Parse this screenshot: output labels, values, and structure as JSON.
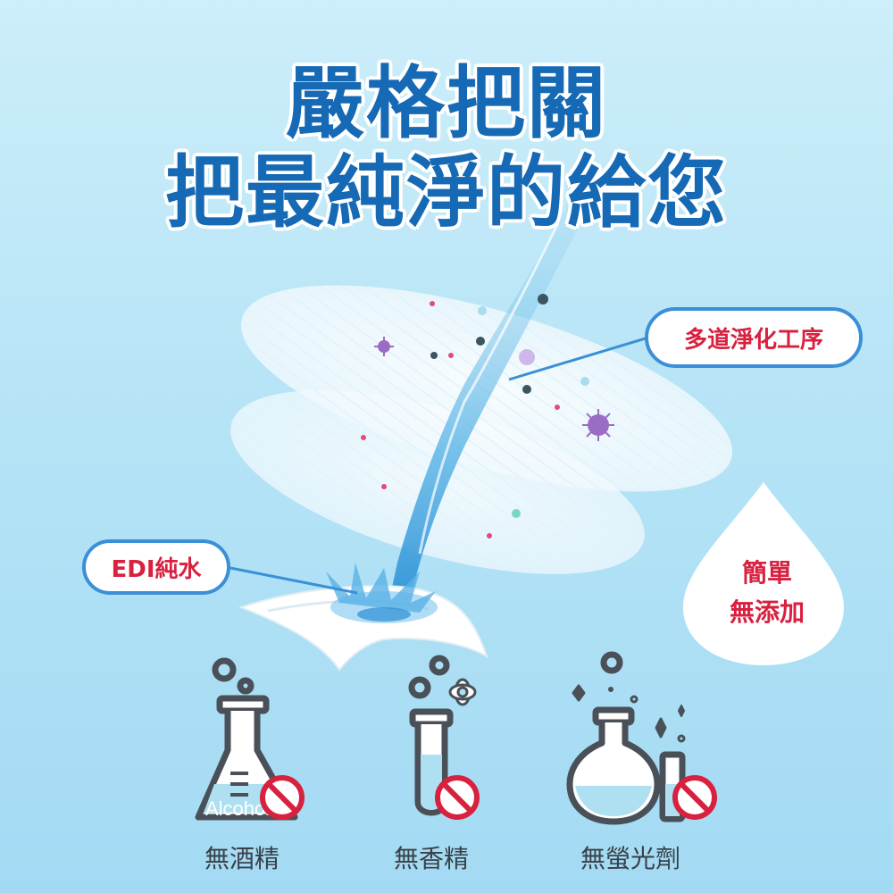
{
  "headline": {
    "line1": "嚴格把關",
    "line2": "把最純淨的給您"
  },
  "callouts": {
    "purification": "多道淨化工序",
    "edi_water": "EDI純水"
  },
  "drop_badge": {
    "line1": "簡單",
    "line2": "無添加"
  },
  "icons": [
    {
      "label": "無酒精",
      "icon": "flask-no-alcohol-icon",
      "flask_text": "Alcohol"
    },
    {
      "label": "無香精",
      "icon": "test-tube-no-fragrance-icon"
    },
    {
      "label": "無螢光劑",
      "icon": "flask-no-fluorescent-icon"
    }
  ],
  "colors": {
    "headline": "#1569b5",
    "callout_border": "#3a8fd6",
    "callout_text": "#d8203f",
    "icon_stroke": "#4a5058",
    "prohibit": "#d8203f",
    "liquid": "#aee0f2"
  }
}
